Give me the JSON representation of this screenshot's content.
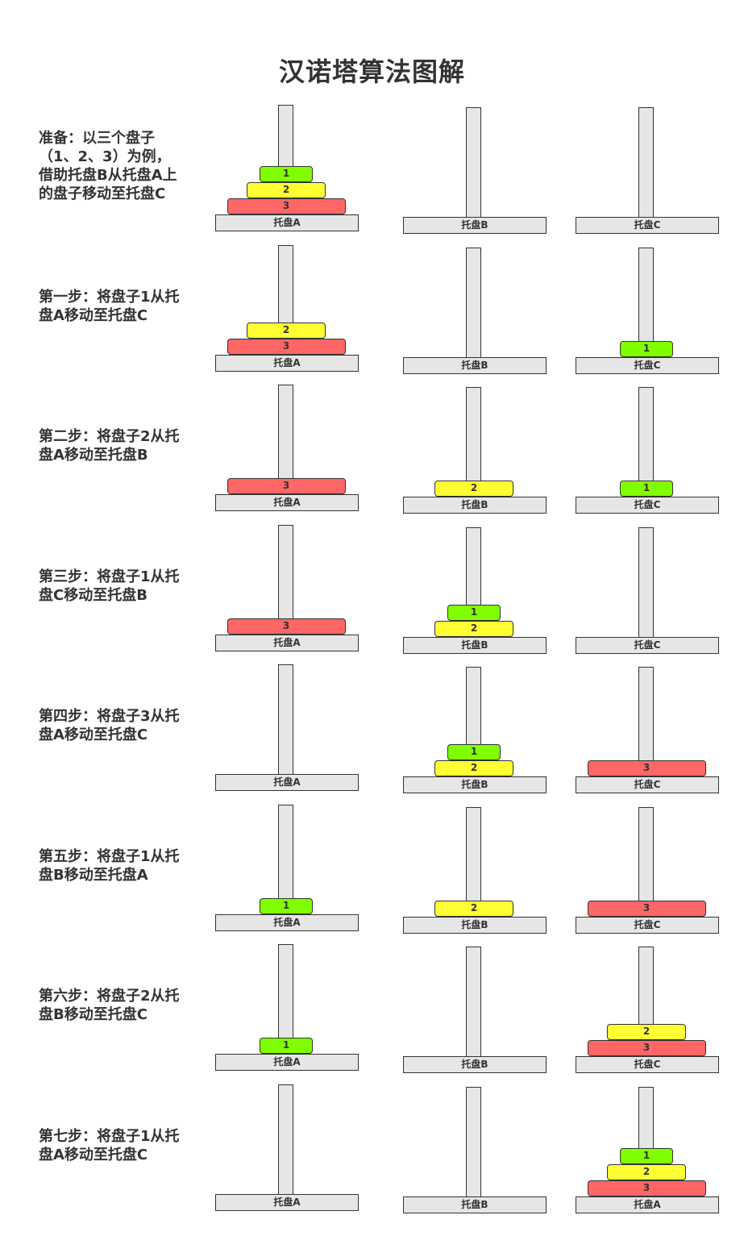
{
  "title": "汉诺塔算法图解",
  "colors": {
    "disk1": "#80ff00",
    "disk2": "#ffff33",
    "disk3": "#ff6666",
    "peg": "#e6e6e6",
    "outline": "#333333"
  },
  "steps": [
    {
      "text": "准备：以三个盘子（1、2、3）为例，借助托盘B从托盘A上的盘子移动至托盘C",
      "towers": [
        {
          "label": "托盘A",
          "disks": [
            "3",
            "2",
            "1"
          ]
        },
        {
          "label": "托盘B",
          "disks": []
        },
        {
          "label": "托盘C",
          "disks": []
        }
      ]
    },
    {
      "text": "第一步：将盘子1从托盘A移动至托盘C",
      "towers": [
        {
          "label": "托盘A",
          "disks": [
            "3",
            "2"
          ]
        },
        {
          "label": "托盘B",
          "disks": []
        },
        {
          "label": "托盘C",
          "disks": [
            "1"
          ]
        }
      ]
    },
    {
      "text": "第二步：将盘子2从托盘A移动至托盘B",
      "towers": [
        {
          "label": "托盘A",
          "disks": [
            "3"
          ]
        },
        {
          "label": "托盘B",
          "disks": [
            "2"
          ]
        },
        {
          "label": "托盘C",
          "disks": [
            "1"
          ]
        }
      ]
    },
    {
      "text": "第三步：将盘子1从托盘C移动至托盘B",
      "towers": [
        {
          "label": "托盘A",
          "disks": [
            "3"
          ]
        },
        {
          "label": "托盘B",
          "disks": [
            "2",
            "1"
          ]
        },
        {
          "label": "托盘C",
          "disks": []
        }
      ]
    },
    {
      "text": "第四步：将盘子3从托盘A移动至托盘C",
      "towers": [
        {
          "label": "托盘A",
          "disks": []
        },
        {
          "label": "托盘B",
          "disks": [
            "2",
            "1"
          ]
        },
        {
          "label": "托盘C",
          "disks": [
            "3"
          ]
        }
      ]
    },
    {
      "text": "第五步：将盘子1从托盘B移动至托盘A",
      "towers": [
        {
          "label": "托盘A",
          "disks": [
            "1"
          ]
        },
        {
          "label": "托盘B",
          "disks": [
            "2"
          ]
        },
        {
          "label": "托盘C",
          "disks": [
            "3"
          ]
        }
      ]
    },
    {
      "text": "第六步：将盘子2从托盘B移动至托盘C",
      "towers": [
        {
          "label": "托盘A",
          "disks": [
            "1"
          ]
        },
        {
          "label": "托盘B",
          "disks": []
        },
        {
          "label": "托盘C",
          "disks": [
            "3",
            "2"
          ]
        }
      ]
    },
    {
      "text": "第七步：将盘子1从托盘A移动至托盘C",
      "towers": [
        {
          "label": "托盘A",
          "disks": []
        },
        {
          "label": "托盘B",
          "disks": []
        },
        {
          "label": "托盘A",
          "disks": [
            "3",
            "2",
            "1"
          ]
        }
      ]
    }
  ]
}
